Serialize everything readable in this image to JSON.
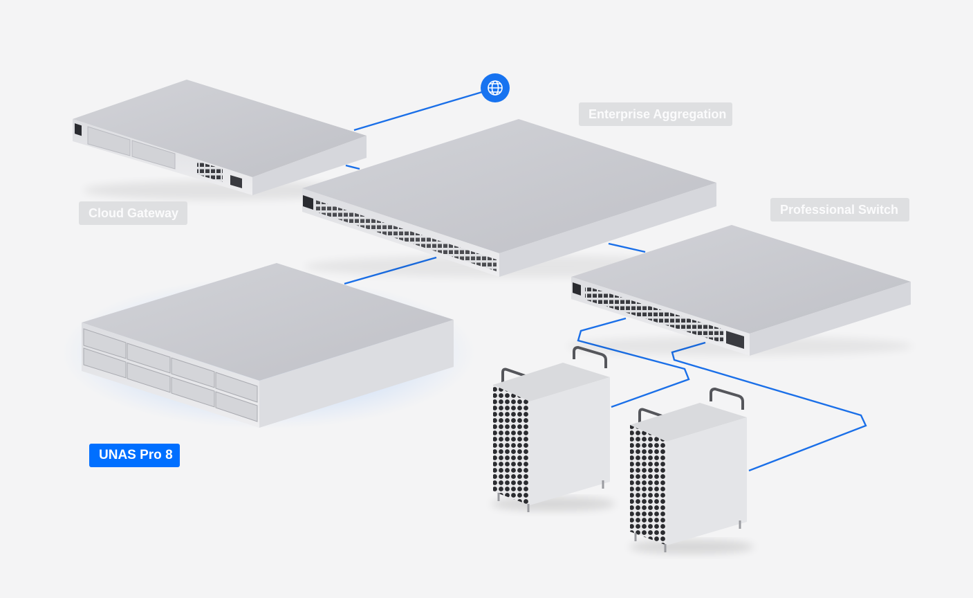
{
  "devices": {
    "cloud_gateway": {
      "label": "Cloud Gateway",
      "state": "inactive"
    },
    "enterprise_aggregation": {
      "label": "Enterprise Aggregation",
      "state": "inactive"
    },
    "professional_switch": {
      "label": "Professional Switch",
      "state": "inactive"
    },
    "unas_pro_8": {
      "label": "UNAS Pro 8",
      "state": "active"
    }
  },
  "internet": {
    "icon": "globe-icon"
  },
  "workstations": {
    "icon": "workstation-tower-icon",
    "count": 2
  },
  "colors": {
    "background": "#f4f4f5",
    "accent": "#006fff",
    "link_line": "#1a6fe8",
    "label_inactive_bg": "#dedfe1",
    "label_inactive_text": "#fbfbfc",
    "device_top": "#c9cacf",
    "device_front": "#e6e7ea"
  }
}
